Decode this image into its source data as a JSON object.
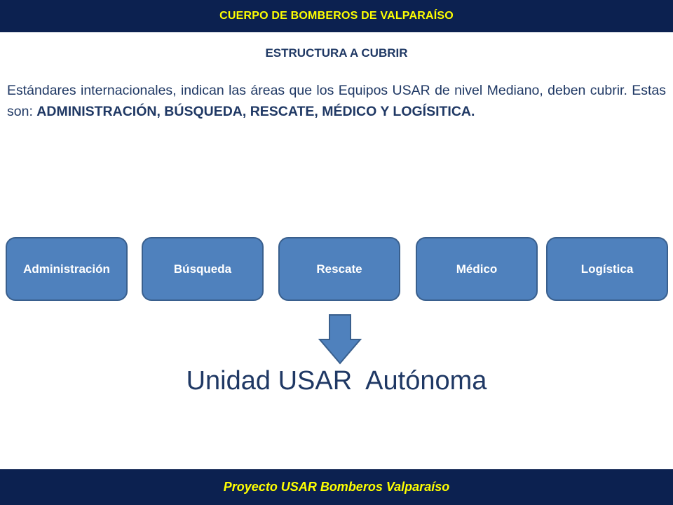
{
  "header": {
    "title": "CUERPO DE BOMBEROS DE VALPARAÍSO"
  },
  "slide": {
    "title": "ESTRUCTURA A CUBRIR",
    "intro_text": "Estándares internacionales, indican las áreas que los Equipos USAR de nivel Mediano, deben cubrir.  Estas son: ",
    "intro_emphasis": "ADMINISTRACIÓN, BÚSQUEDA, RESCATE, MÉDICO Y LOGÍSITICA."
  },
  "areas": [
    {
      "label": "Administración"
    },
    {
      "label": "Búsqueda"
    },
    {
      "label": "Rescate"
    },
    {
      "label": "Médico"
    },
    {
      "label": "Logística"
    }
  ],
  "result": {
    "title": "Unidad USAR  Autónoma"
  },
  "footer": {
    "text": "Proyecto USAR Bomberos Valparaíso"
  },
  "colors": {
    "banner_bg": "#0c2150",
    "banner_text": "#ffff00",
    "box_fill": "#4f81bd",
    "box_border": "#395f8d",
    "body_text": "#1f3864"
  }
}
